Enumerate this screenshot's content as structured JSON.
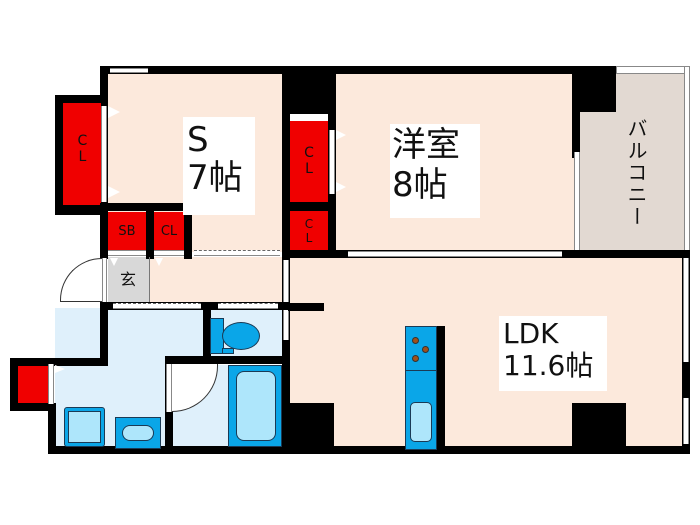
{
  "floorplan": {
    "rooms": [
      {
        "id": "s-room",
        "name": "S",
        "size": "7帖"
      },
      {
        "id": "western-room",
        "name": "洋室",
        "size": "8帖"
      },
      {
        "id": "ldk",
        "name": "LDK",
        "size": "11.6帖"
      },
      {
        "id": "balcony",
        "name": "バルコニー"
      },
      {
        "id": "genkan",
        "name": "玄"
      }
    ],
    "storage": {
      "cl_left": "CL",
      "sb": "SB",
      "cl_small": "CL",
      "cl_western_upper": "CL",
      "cl_western_lower": "CL"
    },
    "colors": {
      "wall": "#000000",
      "room": "#fce9dc",
      "wet_area": "#dff0fb",
      "balcony": "#e2d9d2",
      "closet": "#f00000",
      "fixture": "#0aa6e8"
    }
  }
}
